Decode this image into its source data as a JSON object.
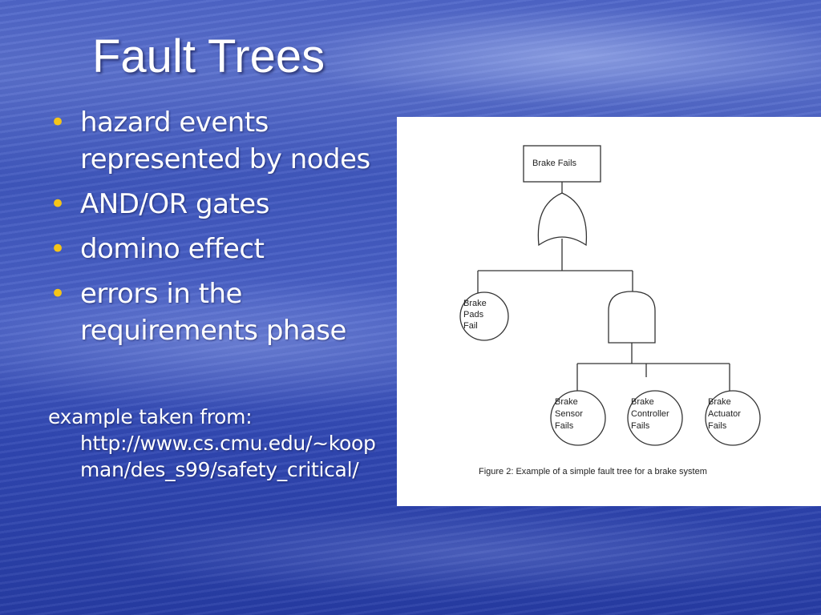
{
  "slide": {
    "title": "Fault Trees",
    "bullets": [
      "hazard events represented by nodes",
      "AND/OR gates",
      "domino effect",
      "errors in the requirements phase"
    ],
    "source_lead": "example taken from:",
    "source_url_line1": "http://www.cs.cmu.edu/~koop",
    "source_url_line2": "man/des_s99/safety_critical/",
    "bullet_color": "#f5c518"
  },
  "diagram": {
    "top_event": "Brake Fails",
    "or_gate": "OR",
    "and_gate": "AND",
    "pads": [
      "Brake",
      "Pads",
      "Fail"
    ],
    "sensor": [
      "Brake",
      "Sensor",
      "Fails"
    ],
    "controller": [
      "Brake",
      "Controller",
      "Fails"
    ],
    "actuator": [
      "Brake",
      "Actuator",
      "Fails"
    ],
    "caption": "Figure 2: Example of a simple fault tree for a brake system"
  }
}
